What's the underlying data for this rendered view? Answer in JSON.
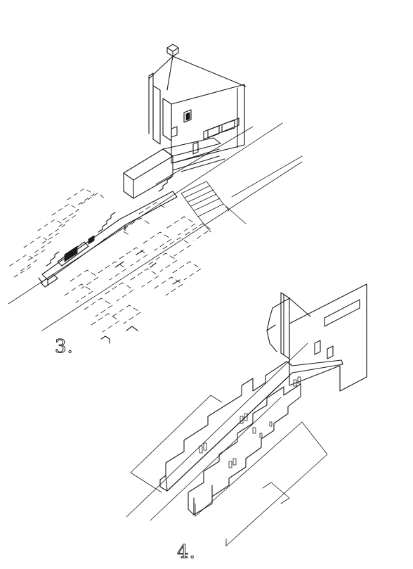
{
  "drawings": [
    {
      "id": "drawing-3",
      "label": "3."
    },
    {
      "id": "drawing-4",
      "label": "4."
    }
  ],
  "colors": {
    "paper": "#ffffff",
    "ink": "#1a1a1a"
  }
}
